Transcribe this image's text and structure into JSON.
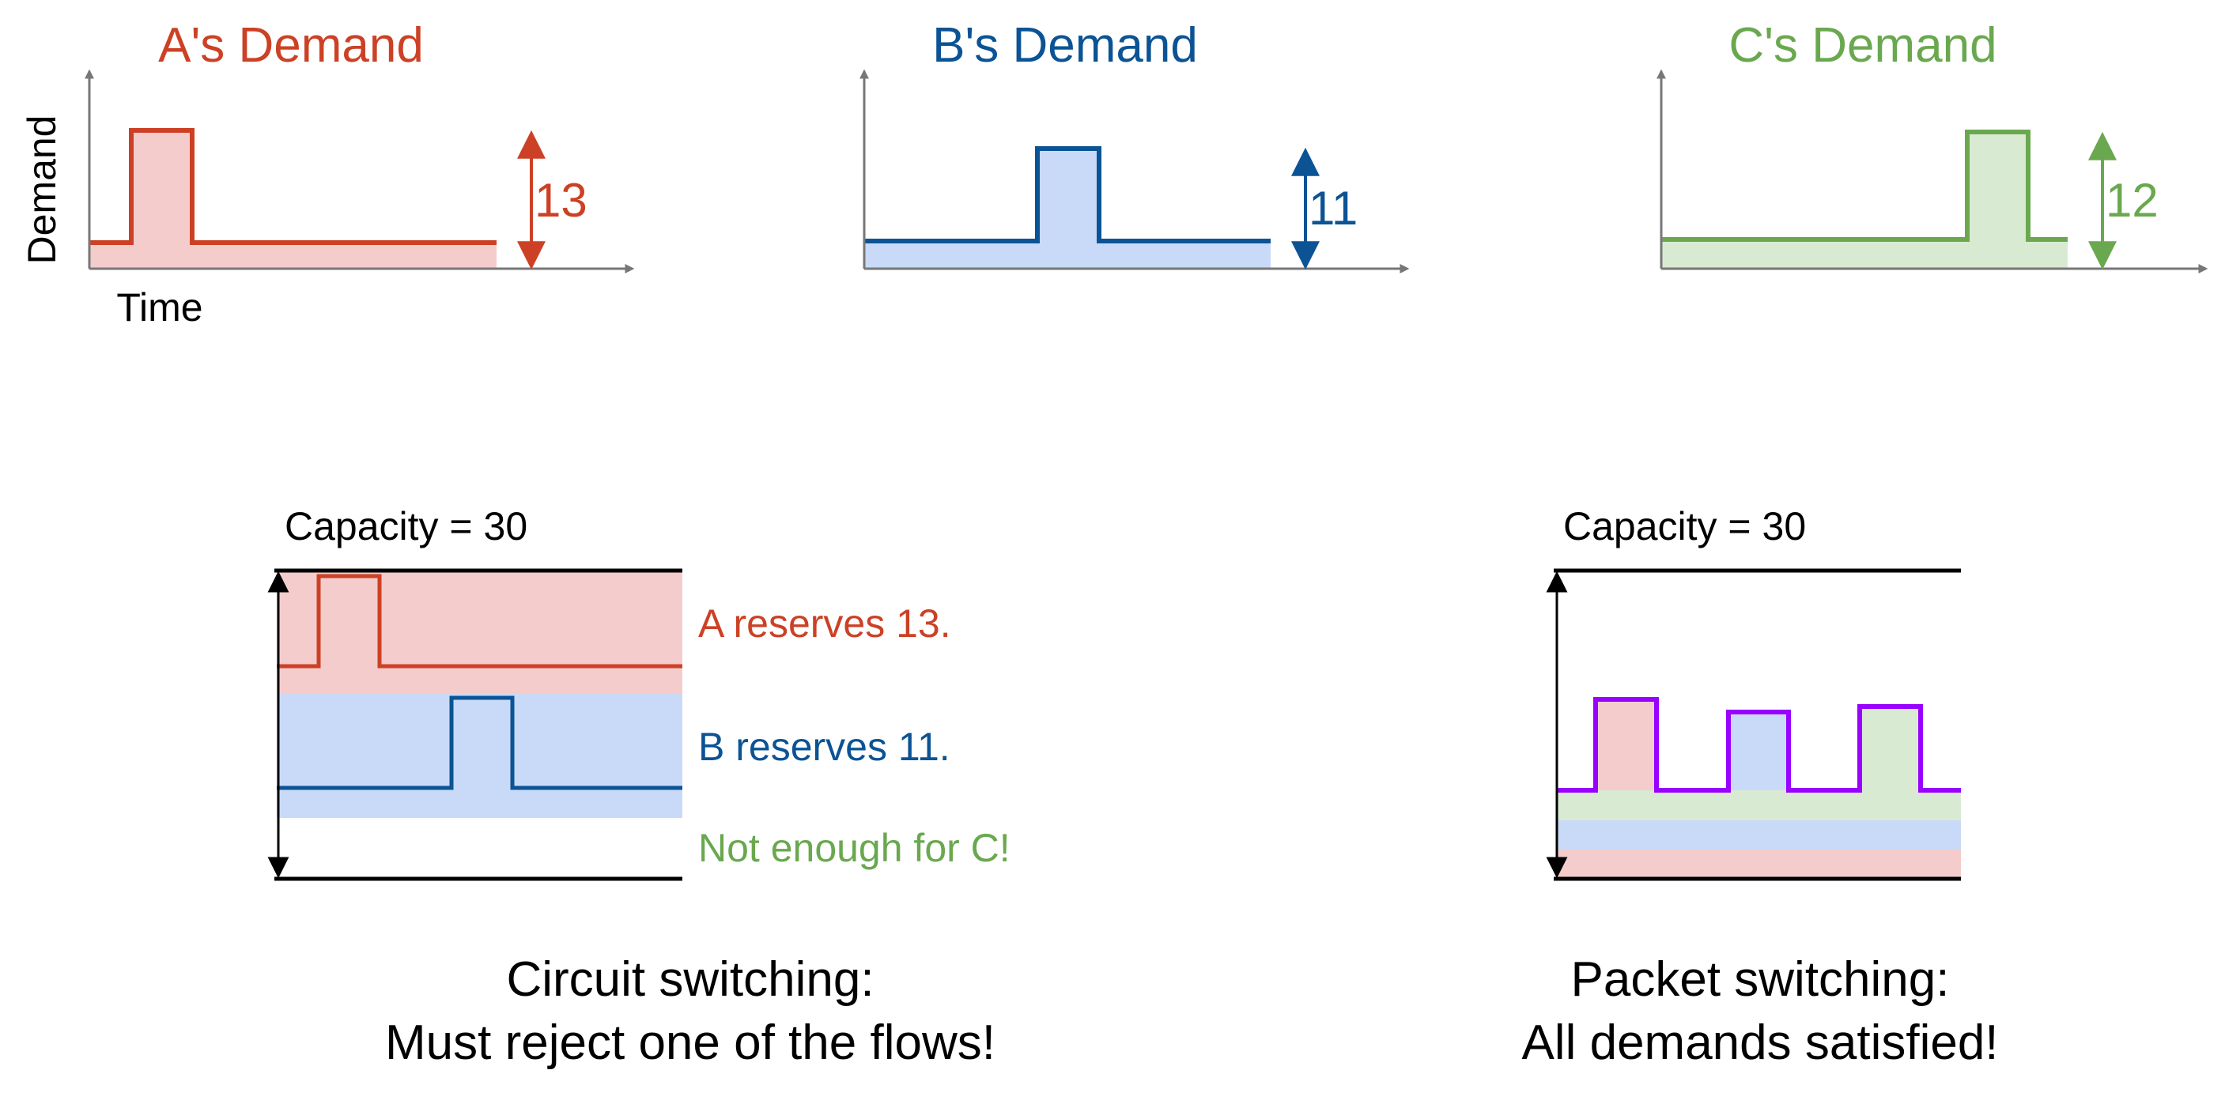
{
  "colors": {
    "red": "#cc4125",
    "red_fill": "#f4cccc",
    "blue": "#0b5394",
    "blue_fill": "#c9daf8",
    "green": "#6aa84f",
    "green_fill": "#d9ead3",
    "purple": "#9900ff",
    "axis": "#777777",
    "black": "#000000"
  },
  "demand_panels": [
    {
      "title": "A's Demand",
      "value_label": "13"
    },
    {
      "title": "B's Demand",
      "value_label": "11"
    },
    {
      "title": "C's Demand",
      "value_label": "12"
    }
  ],
  "axis_labels": {
    "y": "Demand",
    "x": "Time"
  },
  "circuit": {
    "capacity_label": "Capacity = 30",
    "reserve_a": "A reserves 13.",
    "reserve_b": "B reserves 11.",
    "not_enough": "Not enough for C!",
    "caption_line1": "Circuit switching:",
    "caption_line2": "Must reject one of the flows!"
  },
  "packet": {
    "capacity_label": "Capacity = 30",
    "caption_line1": "Packet switching:",
    "caption_line2": "All demands satisfied!"
  }
}
